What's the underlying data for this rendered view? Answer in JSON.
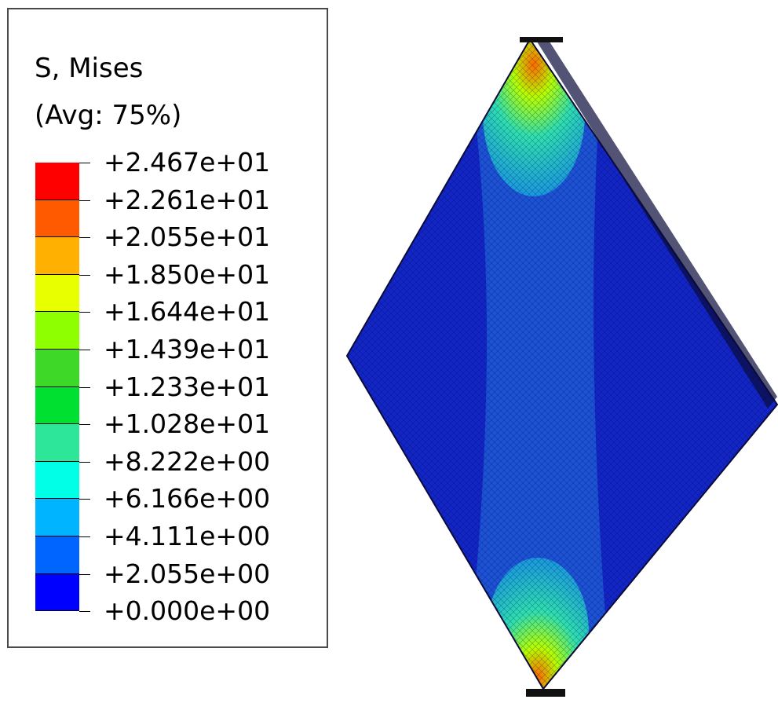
{
  "legend": {
    "title": "S, Mises",
    "subtitle": "(Avg: 75%)",
    "band_colors": [
      "#ff0000",
      "#ff5a00",
      "#ffb000",
      "#e8ff00",
      "#8eff00",
      "#3ed828",
      "#00e030",
      "#2ee69a",
      "#00ffe6",
      "#00b4ff",
      "#0064ff",
      "#0000ff"
    ],
    "ticks": [
      "+2.467e+01",
      "+2.261e+01",
      "+2.055e+01",
      "+1.850e+01",
      "+1.644e+01",
      "+1.439e+01",
      "+1.233e+01",
      "+1.028e+01",
      "+8.222e+00",
      "+6.166e+00",
      "+4.111e+00",
      "+2.055e+00",
      "+0.000e+00"
    ]
  },
  "model": {
    "base_color": "#1226c8",
    "center_band_color": "#1f5ad8",
    "edge_color": "#0a0a3a"
  }
}
